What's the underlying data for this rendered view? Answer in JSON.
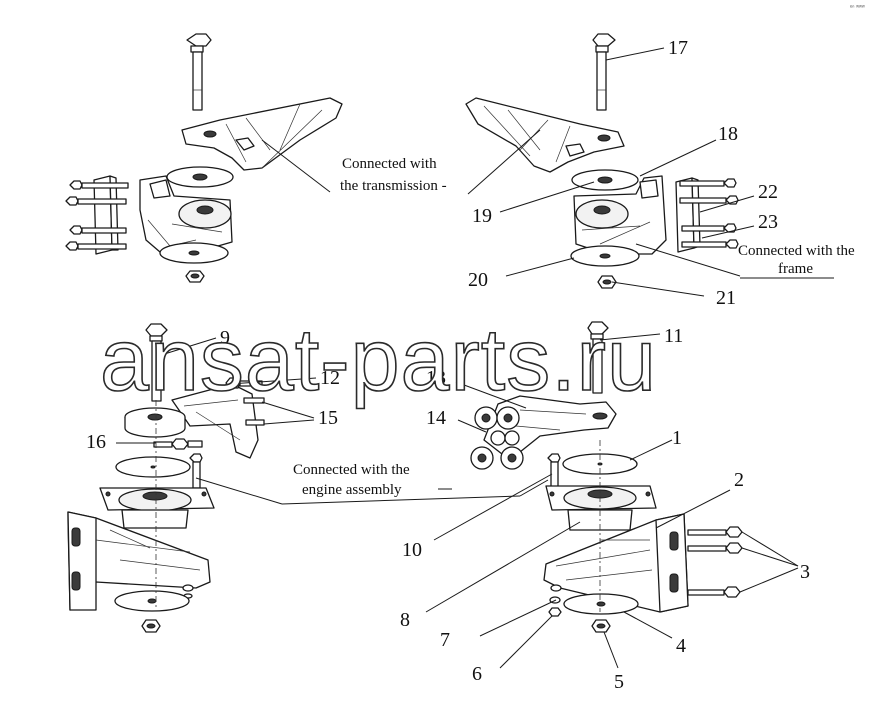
{
  "diagram": {
    "corner_mark": "ᵉⁿ ʷʷʷ",
    "watermark": "ansat-parts.ru",
    "callouts": {
      "c1": "1",
      "c2": "2",
      "c3": "3",
      "c4": "4",
      "c5": "5",
      "c6": "6",
      "c7": "7",
      "c8": "8",
      "c9": "9",
      "c10": "10",
      "c11": "11",
      "c12": "12",
      "c13": "13",
      "c14": "14",
      "c15": "15",
      "c16": "16",
      "c17": "17",
      "c18": "18",
      "c19": "19",
      "c20": "20",
      "c21": "21",
      "c22": "22",
      "c23": "23"
    },
    "notes": {
      "transmission_1": "Connected with",
      "transmission_2": "the transmission -",
      "frame_1": "Connected with the",
      "frame_2": "frame",
      "engine_1": "Connected with the",
      "engine_2": "engine assembly"
    }
  }
}
